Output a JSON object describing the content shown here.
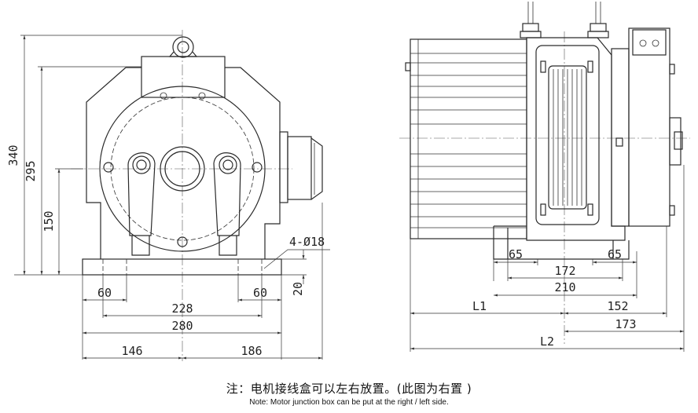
{
  "dimensions": {
    "height_total": "340",
    "height_mid": "295",
    "height_axis": "150",
    "hole_spec": "4-Ø18",
    "base_thickness": "20",
    "foot_left": "60",
    "foot_right": "60",
    "hole_span": "228",
    "base_width": "280",
    "left_offset": "146",
    "right_offset": "186",
    "side_foot_left": "65",
    "side_foot_right": "65",
    "side_span_inner": "172",
    "side_span_outer": "210",
    "length_l1": "L1",
    "length_152": "152",
    "length_173": "173",
    "length_l2": "L2"
  },
  "notes": {
    "cn": "注：电机接线盒可以左右放置。(此图为右置 )",
    "en": "Note:  Motor junction box can be put at the right / left side."
  }
}
